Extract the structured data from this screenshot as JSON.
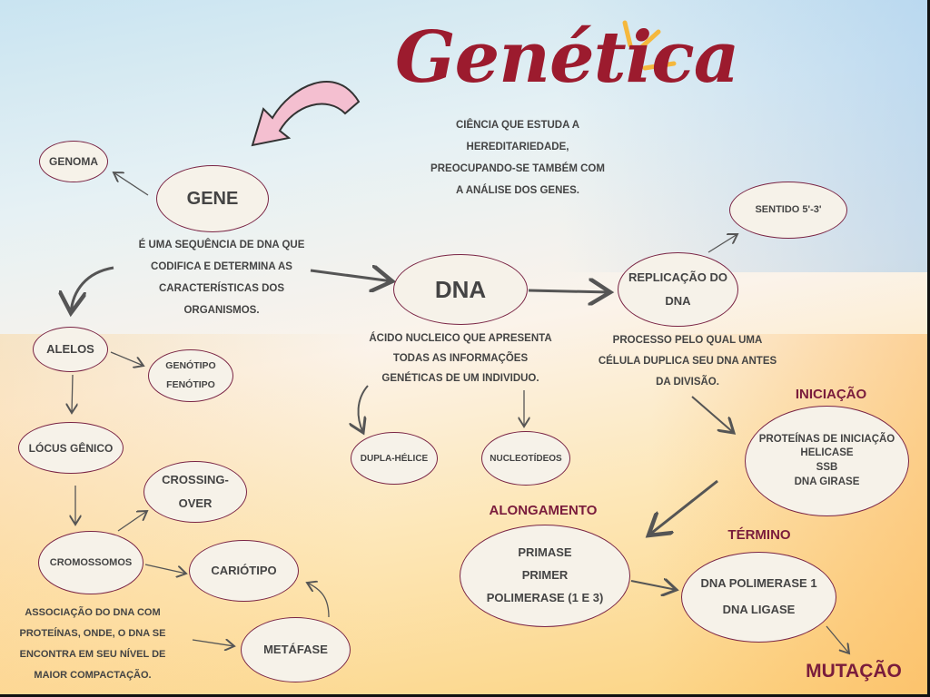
{
  "title": "Genética",
  "definition": [
    "Ciência que estuda a",
    "hereditariedade,",
    "preocupando-se também com",
    "a análise dos genes."
  ],
  "nodes": {
    "genoma": "Genoma",
    "gene": "Gene",
    "alelos": "Alelos",
    "genotipo": "Genótipo",
    "fenotipo": "Fenótipo",
    "locus": "Lócus gênico",
    "crossing1": "Crossing-",
    "crossing2": "over",
    "cromossomos": "Cromossomos",
    "cariotipo": "Cariótipo",
    "metafase": "Metáfase",
    "dna": "DNA",
    "replicacao1": "Replicação do",
    "replicacao2": "DNA",
    "sentido": "Sentido 5'-3'",
    "dupla": "Dupla-hélice",
    "nucleotideos": "Nucleotídeos",
    "iniciacao": [
      "Proteínas de iniciação",
      "Helicase",
      "SSB",
      "DNA girase"
    ],
    "alongamento": [
      "Primase",
      "Primer",
      "Polimerase (1 e 3)"
    ],
    "termino": [
      "DNA polimerase 1",
      "DNA ligase"
    ]
  },
  "labels": {
    "iniciacao": "Iniciação",
    "alongamento": "Alongamento",
    "termino": "Término",
    "mutacao": "Mutação"
  },
  "gene_desc": [
    "É uma sequência de DNA que",
    "codifica e determina as",
    "características dos",
    "organismos."
  ],
  "dna_desc": [
    "Ácido nucleico que apresenta",
    "todas as informações",
    "genéticas de um individuo."
  ],
  "replicacao_desc": [
    "Processo pelo qual uma",
    "célula duplica seu DNA antes",
    "da divisão."
  ],
  "cromossomo_desc": [
    "Associação do DNA com",
    "proteínas, onde, o DNA se",
    "encontra em seu nível de",
    "maior compactação."
  ],
  "colors": {
    "title": "#9c1b2e",
    "border": "#7a2545",
    "text": "#444444",
    "pink_arrow": "#f4bfd0",
    "rays": "#f5b83d"
  }
}
